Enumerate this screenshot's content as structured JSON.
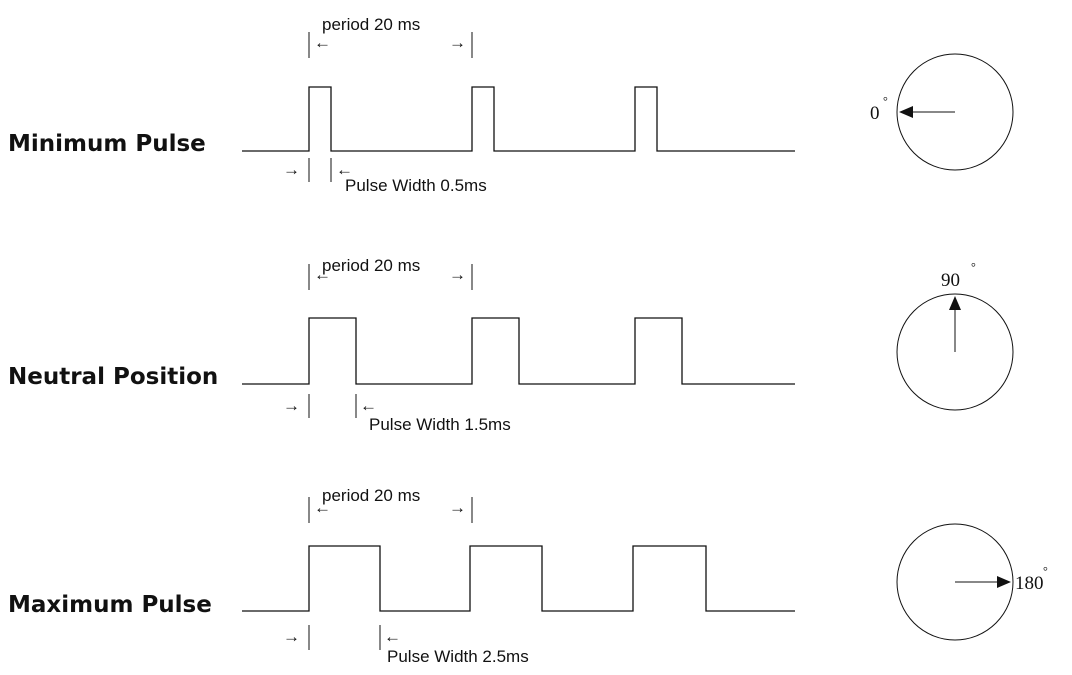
{
  "rows": [
    {
      "label": "Minimum Pulse",
      "period_label": "period 20 ms",
      "width_label": "Pulse Width 0.5ms",
      "pulse_width_ms": 0.5,
      "angle_value": "0",
      "angle_degrees": 0
    },
    {
      "label": "Neutral Position",
      "period_label": "period 20 ms",
      "width_label": "Pulse Width 1.5ms",
      "pulse_width_ms": 1.5,
      "angle_value": "90",
      "angle_degrees": 90
    },
    {
      "label": "Maximum Pulse",
      "period_label": "period 20 ms",
      "width_label": "Pulse Width 2.5ms",
      "pulse_width_ms": 2.5,
      "angle_value": "180",
      "angle_degrees": 180
    }
  ],
  "degree_symbol": "°",
  "arrow_glyphs": {
    "left": "←",
    "right": "→"
  },
  "colors": {
    "ink": "#111111",
    "background": "#ffffff"
  }
}
